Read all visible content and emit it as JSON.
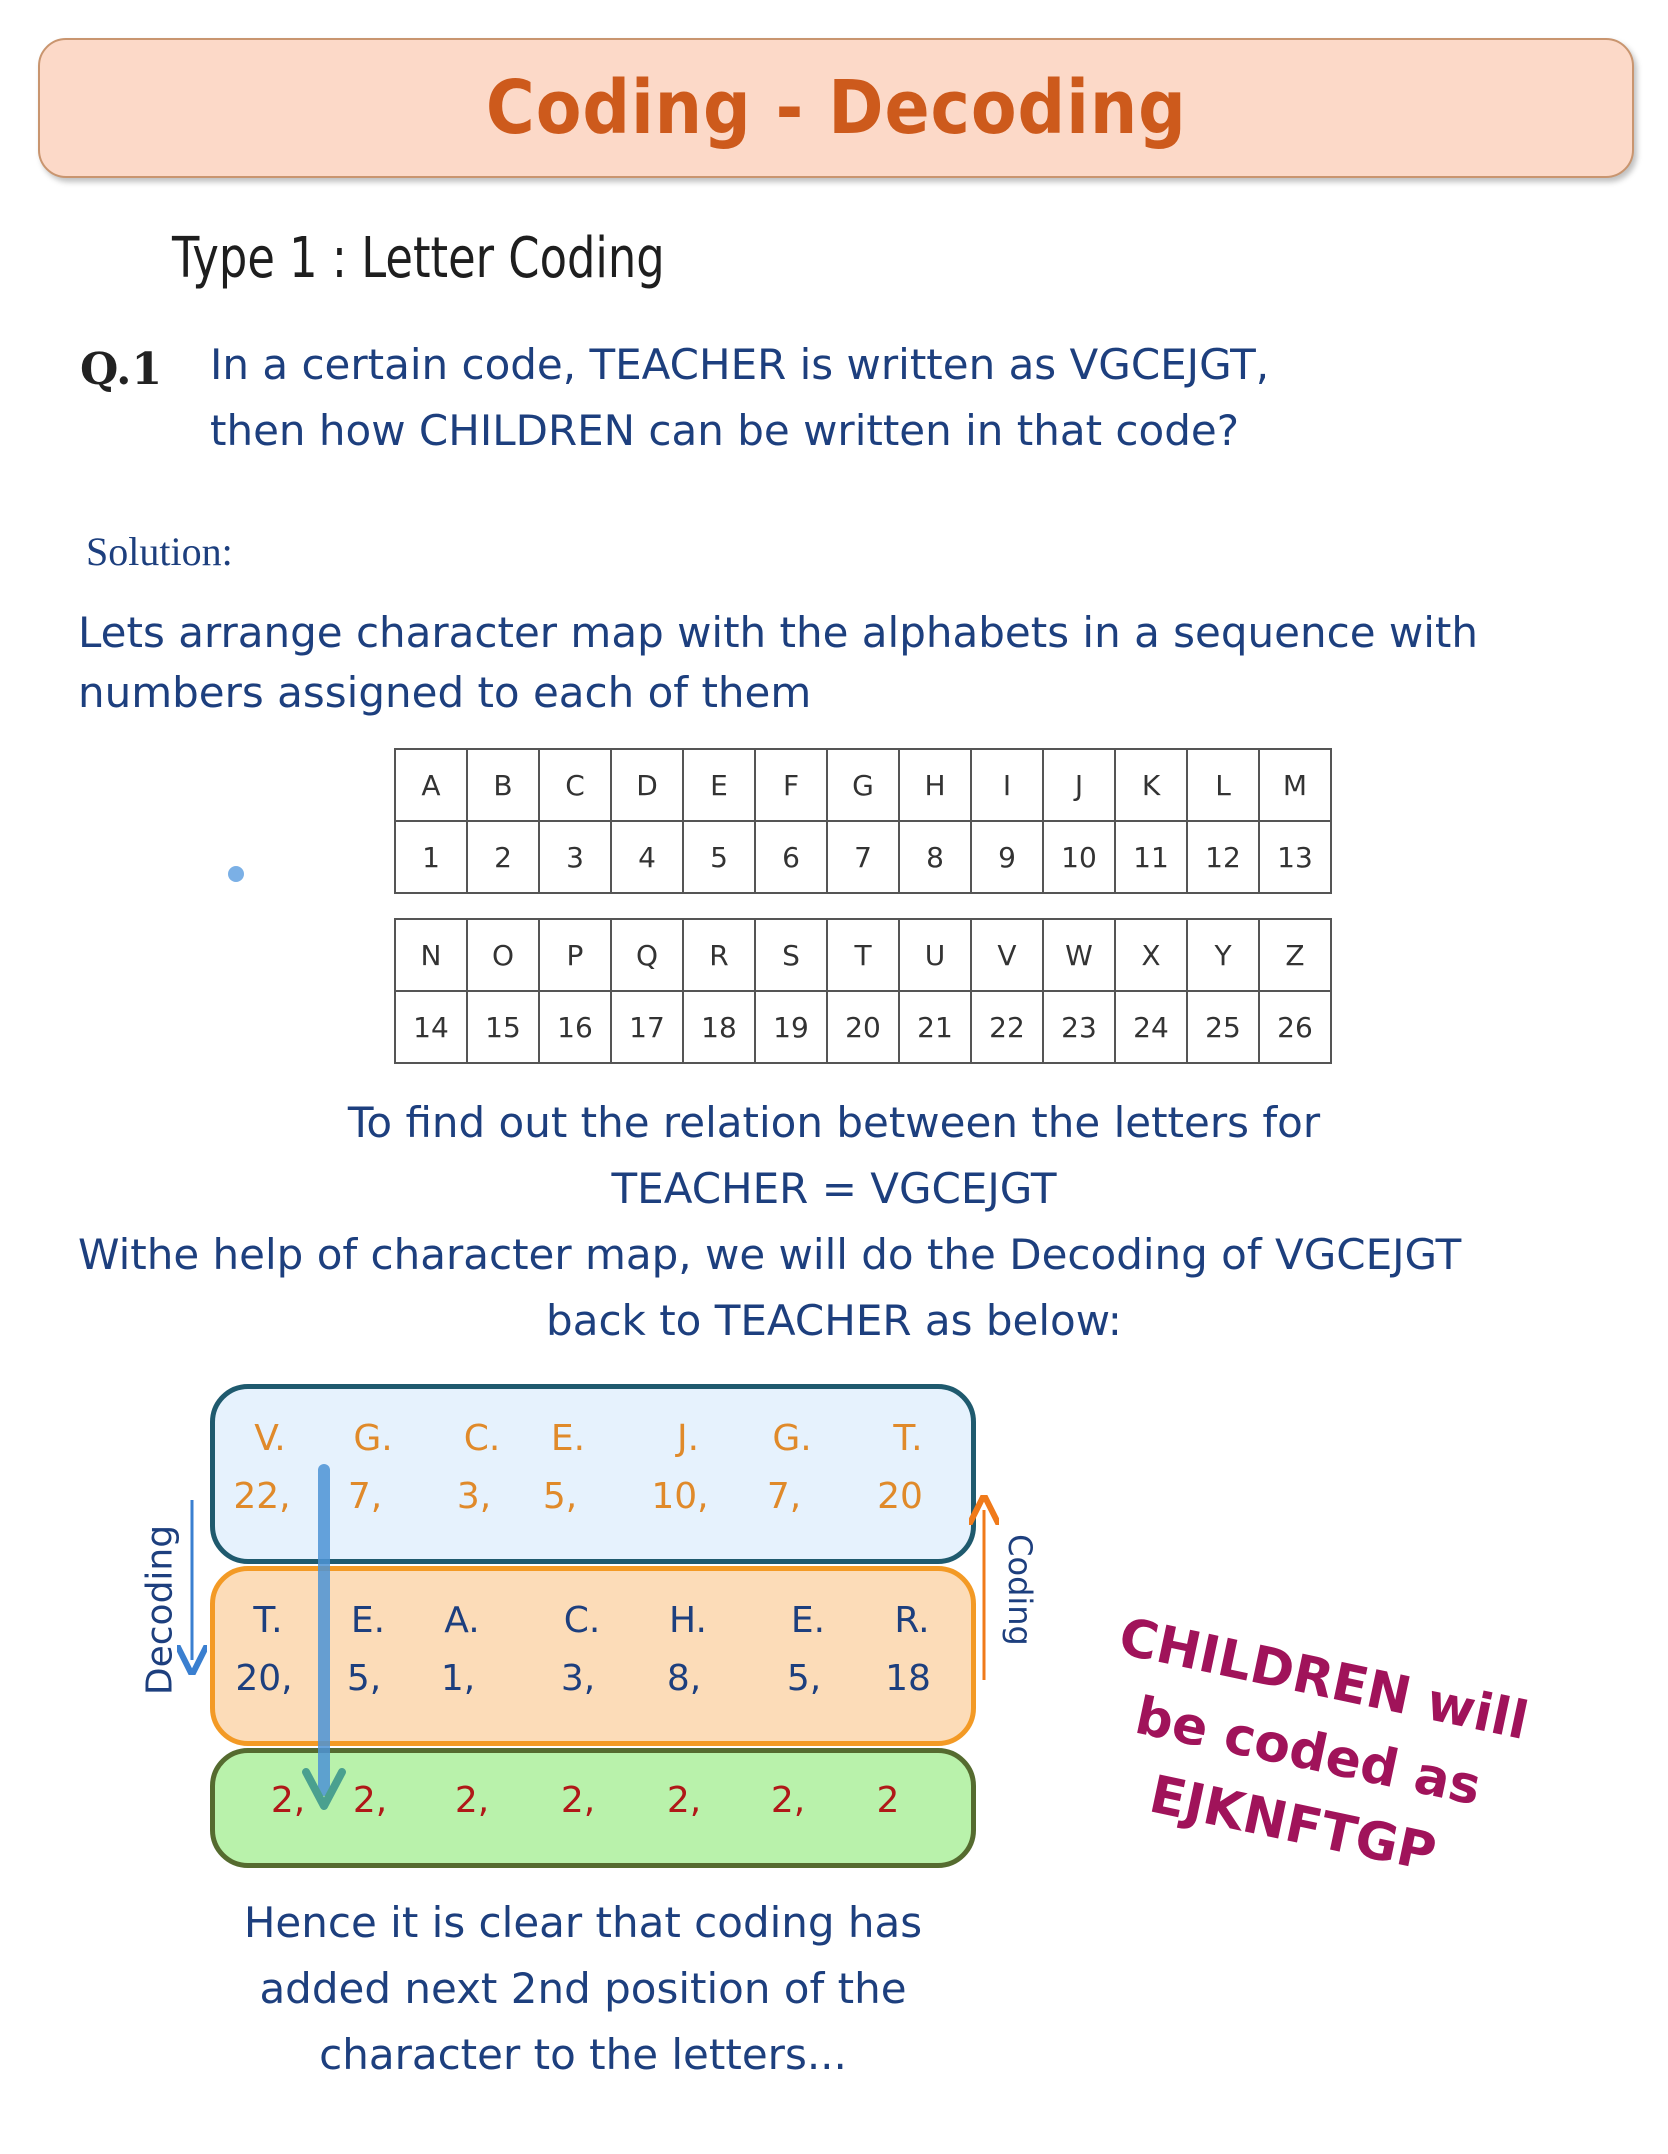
{
  "title": "Coding - Decoding",
  "type_heading": "Type 1 : Letter Coding",
  "question": {
    "label": "Q.1",
    "line1": "In a certain code, TEACHER is written as VGCEJGT,",
    "line2": "then how CHILDREN can be written in that code?"
  },
  "solution_label": "Solution:",
  "intro": {
    "line1": "Lets arrange character map with the alphabets in a sequence with",
    "line2": "numbers assigned to each of them"
  },
  "charmap_1": {
    "letters": [
      "A",
      "B",
      "C",
      "D",
      "E",
      "F",
      "G",
      "H",
      "I",
      "J",
      "K",
      "L",
      "M"
    ],
    "numbers": [
      "1",
      "2",
      "3",
      "4",
      "5",
      "6",
      "7",
      "8",
      "9",
      "10",
      "11",
      "12",
      "13"
    ]
  },
  "charmap_2": {
    "letters": [
      "N",
      "O",
      "P",
      "Q",
      "R",
      "S",
      "T",
      "U",
      "V",
      "W",
      "X",
      "Y",
      "Z"
    ],
    "numbers": [
      "14",
      "15",
      "16",
      "17",
      "18",
      "19",
      "20",
      "21",
      "22",
      "23",
      "24",
      "25",
      "26"
    ]
  },
  "relation": {
    "line1": "To find out the relation between the letters for",
    "line2": "TEACHER = VGCEJGT",
    "line3": "Withe help of character map, we will do the Decoding of VGCEJGT",
    "line4": "back to TEACHER as below:"
  },
  "coded_row": {
    "letters": [
      "V.",
      "G.",
      "C.",
      "E.",
      "J.",
      "G.",
      "T."
    ],
    "numbers": [
      "22,",
      "7,",
      "3,",
      "5,",
      "10,",
      "7,",
      "20"
    ]
  },
  "plain_row": {
    "letters": [
      "T.",
      "E.",
      "A.",
      "C.",
      "H.",
      "E.",
      "R."
    ],
    "numbers": [
      "20,",
      "5,",
      "1,",
      "3,",
      "8,",
      "5,",
      "18"
    ]
  },
  "diff_row": {
    "values": [
      "2,",
      "2,",
      "2,",
      "2,",
      "2,",
      "2,",
      "2"
    ]
  },
  "labels": {
    "decoding": "Decoding",
    "coding": "Coding"
  },
  "answer": {
    "line1": "CHILDREN will",
    "line2": "be coded as",
    "line3": "EJKNFTGP"
  },
  "conclusion": {
    "line1": "Hence it is clear that coding has",
    "line2": "added next 2nd position of the",
    "line3": "character to the letters..."
  },
  "colors": {
    "title": "#cd5a1c",
    "banner_fill": "#fcd9c8",
    "body_text": "#1d3f7e",
    "answer": "#a0135a",
    "coded_row_fill": "#e6f2fd",
    "plain_row_fill": "#fcdcb8",
    "diff_row_fill": "#b9f2ab"
  }
}
